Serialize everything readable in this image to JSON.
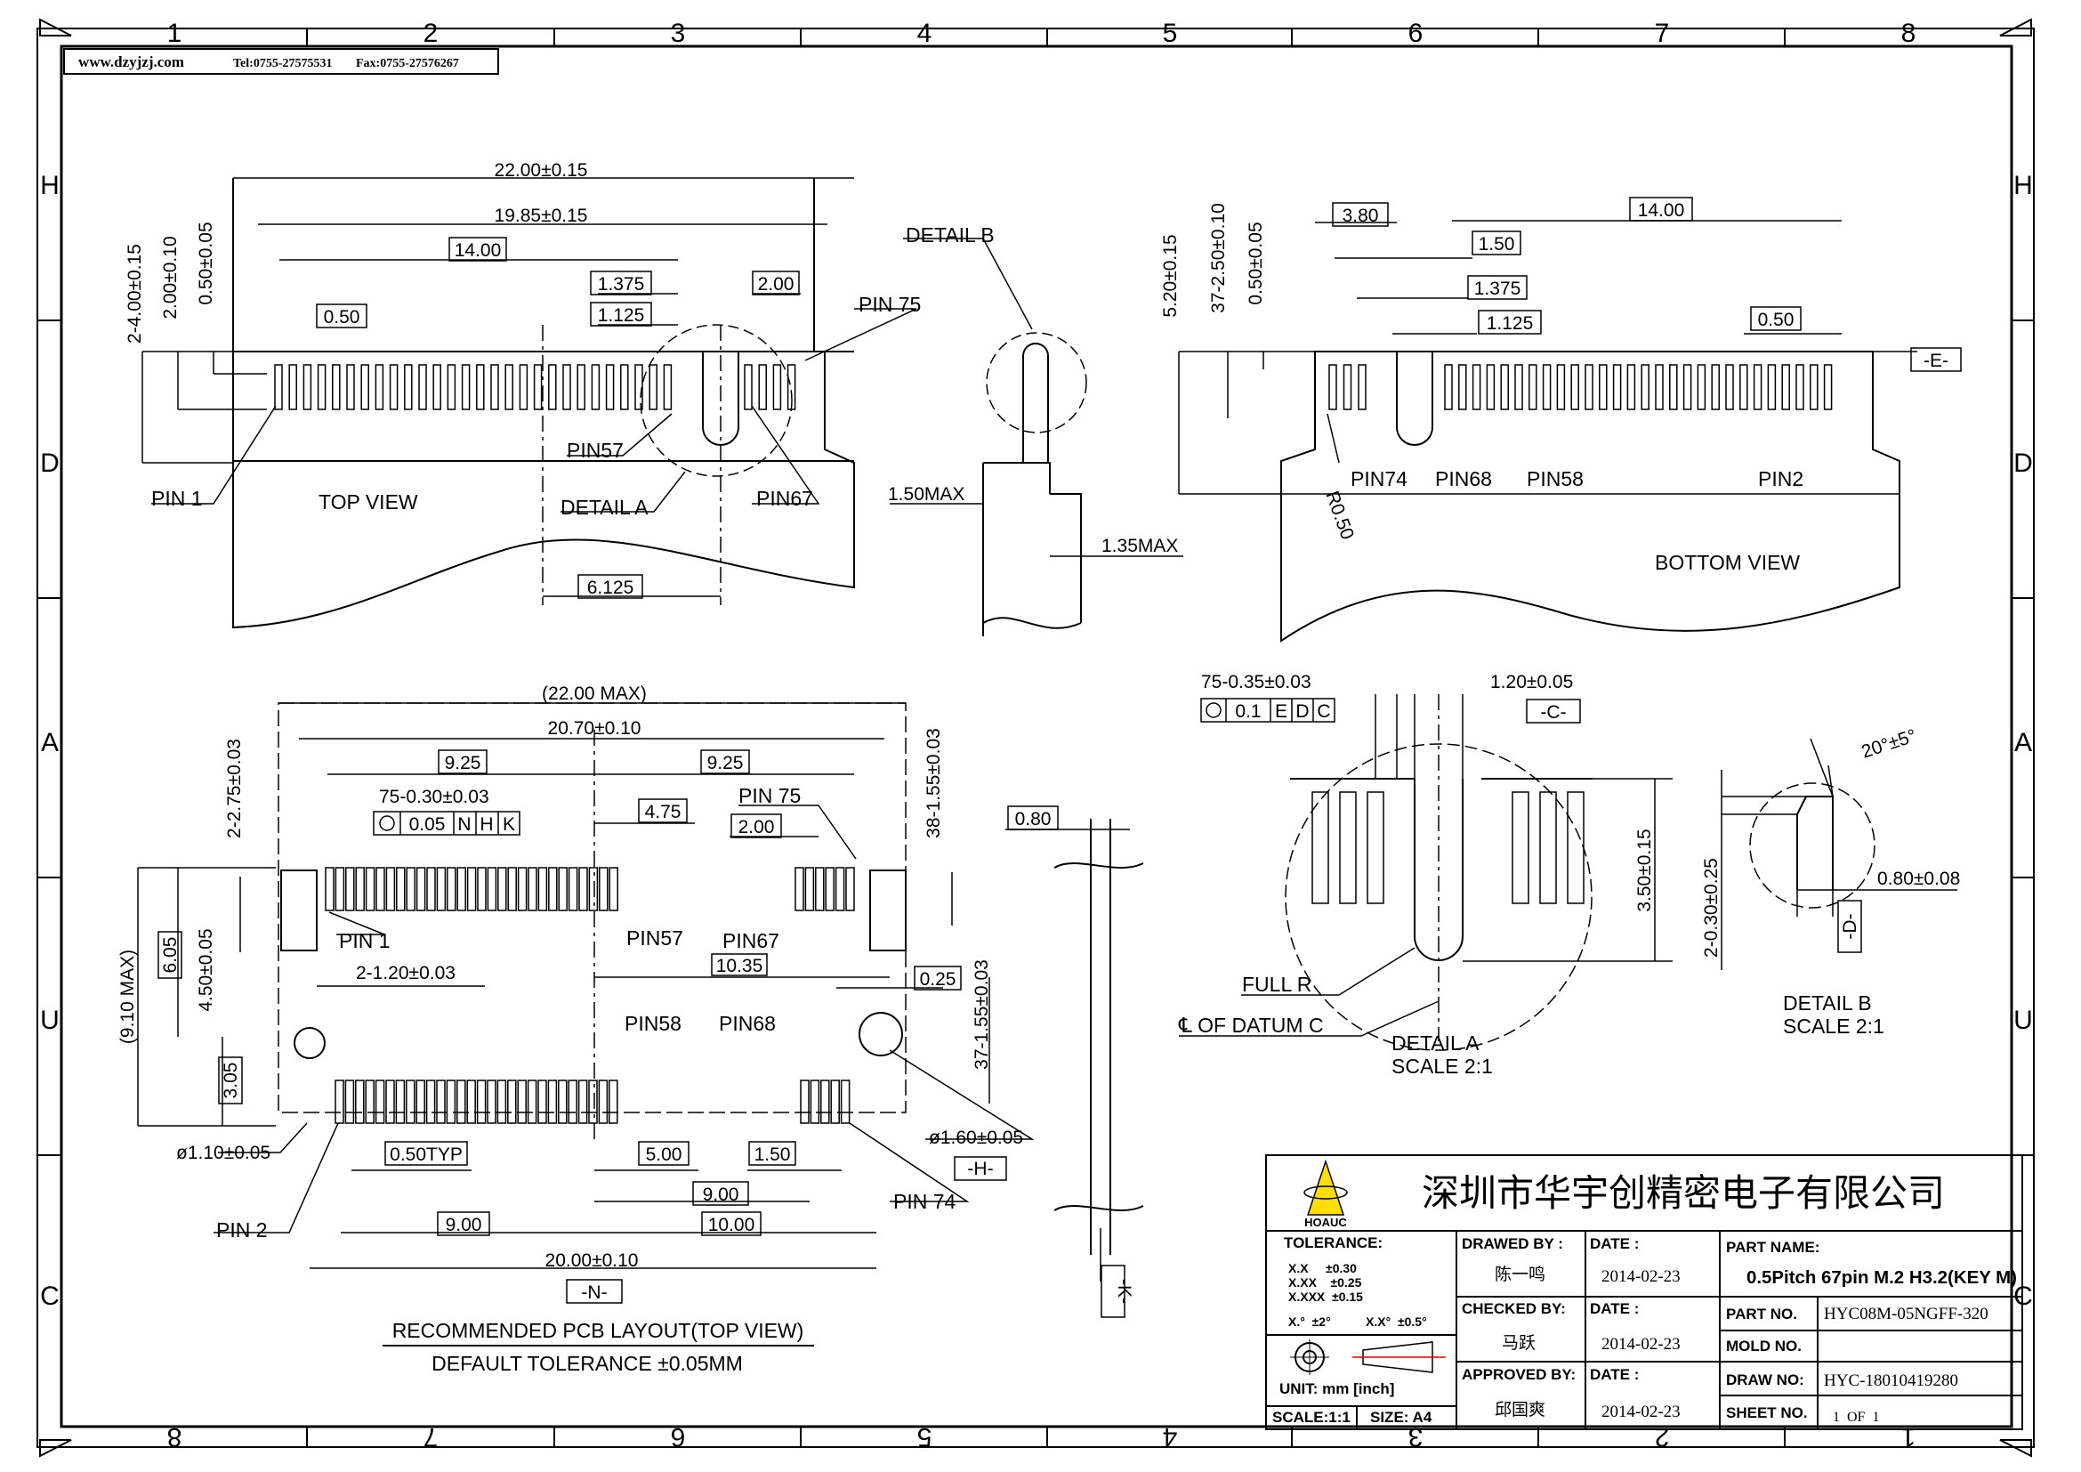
{
  "header_box": {
    "website": "www.dzyjzj.com",
    "tel": "Tel:0755-27575531",
    "fax": "Fax:0755-27576267"
  },
  "zones": {
    "top": [
      "1",
      "2",
      "3",
      "4",
      "5",
      "6",
      "7",
      "8"
    ],
    "bottom": [
      "8",
      "7",
      "6",
      "5",
      "4",
      "3",
      "2",
      "1"
    ],
    "left": [
      "H",
      "D",
      "A",
      "U",
      "C"
    ],
    "right": [
      "H",
      "D",
      "A",
      "U",
      "C"
    ]
  },
  "top_view": {
    "title": "TOP VIEW",
    "overall_width": "22.00±0.15",
    "contact_span": "19.85±0.15",
    "pitch_span": "14.00",
    "key_offset_a": "1.375",
    "key_offset_b": "1.125",
    "right_group_width": "2.00",
    "pin_pitch": "0.50",
    "height_a": "2-4.00±0.15",
    "height_b": "2.00±0.10",
    "height_c": "0.50±0.05",
    "key_center": "6.125",
    "pin1": "PIN  1",
    "pin57": "PIN57",
    "pin67": "PIN67",
    "pin75": "PIN  75",
    "detail_a": "DETAIL  A"
  },
  "side_view": {
    "detail_b": "DETAIL  B",
    "max1": "1.50MAX",
    "max2": "1.35MAX"
  },
  "bottom_view": {
    "title": "BOTTOM  VIEW",
    "width_380": "3.80",
    "span_1400": "14.00",
    "dim_150": "1.50",
    "dim_1375": "1.375",
    "dim_1125": "1.125",
    "pitch": "0.50",
    "height_a": "5.20±0.15",
    "height_b": "37-2.50±0.10",
    "height_c": "0.50±0.05",
    "datum_e": "-E-",
    "radius": "R0.50",
    "pin74": "PIN74",
    "pin68": "PIN68",
    "pin58": "PIN58",
    "pin2": "PIN2"
  },
  "pcb_layout": {
    "overall_max": "(22.00  MAX)",
    "width_2070": "20.70±0.10",
    "half_left": "9.25",
    "half_right": "9.25",
    "tol_top": "75-0.30±0.03",
    "fcf_top": [
      "0.05",
      "N",
      "H",
      "K"
    ],
    "dim_475": "4.75",
    "dim_200": "2.00",
    "pin75": "PIN  75",
    "height_275": "2-2.75±0.03",
    "height_155_top": "38-1.55±0.03",
    "height_max": "(9.10  MAX)",
    "dim_605": "6.05",
    "dim_450": "4.50±0.05",
    "dim_305": "3.05",
    "dim_120": "2-1.20±0.03",
    "pin1": "PIN  1",
    "pin57": "PIN57",
    "pin67": "PIN67",
    "dim_1035": "10.35",
    "dim_025": "0.25",
    "pin58": "PIN58",
    "pin68": "PIN68",
    "height_155_bot": "37-1.55±0.03",
    "hole_left": "ø1.10±0.05",
    "hole_right": "ø1.60±0.05",
    "datum_h": "-H-",
    "pitch_typ": "0.50TYP",
    "dim_500": "5.00",
    "dim_150": "1.50",
    "dim_900a": "9.00",
    "dim_900b": "9.00",
    "dim_1000": "10.00",
    "pin2": "PIN  2",
    "pin74": "PIN  74",
    "width_2000": "20.00±0.10",
    "datum_n": "-N-",
    "title": "RECOMMENDED  PCB  LAYOUT(TOP  VIEW)",
    "subtitle": "DEFAULT  TOLERANCE  ±0.05MM"
  },
  "datum_k_view": {
    "dim": "0.80",
    "datum_k": "-K-"
  },
  "detail_a_view": {
    "tol": "75-0.35±0.03",
    "fcf": [
      "0.1",
      "E",
      "D",
      "C"
    ],
    "dim_120": "1.20±0.05",
    "datum_c": "-C-",
    "dim_350": "3.50±0.15",
    "full_r": "FULL  R",
    "datum_note": "℄  OF  DATUM  C",
    "title": "DETAIL  A",
    "scale": "SCALE  2:1"
  },
  "detail_b_view": {
    "angle": "20°±5°",
    "dim_080": "0.80±0.08",
    "dim_030": "2-0.30±0.25",
    "datum_d": "-D-",
    "title": "DETAIL  B",
    "scale": "SCALE  2:1"
  },
  "title_block": {
    "logo_text": "HOAUC",
    "company": "深圳市华宇创精密电子有限公司",
    "tolerance_label": "TOLERANCE:",
    "tol_lines": [
      "X.X     ±0.30",
      "X.XX    ±0.25",
      "X.XXX  ±0.15"
    ],
    "angle_tol": [
      "X.°  ±2°",
      "X.X°  ±0.5°"
    ],
    "unit": "UNIT:  mm  [inch]",
    "scale": "SCALE:1:1",
    "size": "SIZE:  A4",
    "drawn_by_label": "DRAWED  BY  :",
    "drawn_by": "陈一鸣",
    "checked_by_label": "CHECKED  BY:",
    "checked_by": "马跃",
    "approved_by_label": "APPROVED  BY:",
    "approved_by": "邱国爽",
    "date_label": "DATE  :",
    "date1": "2014-02-23",
    "date2": "2014-02-23",
    "date3": "2014-02-23",
    "part_name_label": "PART  NAME:",
    "part_name": "0.5Pitch 67pin M.2 H3.2(KEY M)",
    "part_no_label": "PART  NO.",
    "part_no": "HYC08M-05NGFF-320",
    "mold_no_label": "MOLD  NO.",
    "mold_no": "",
    "draw_no_label": "DRAW  NO:",
    "draw_no": "HYC-18010419280",
    "sheet_no_label": "SHEET  NO.",
    "sheet_no": "1  OF  1"
  }
}
